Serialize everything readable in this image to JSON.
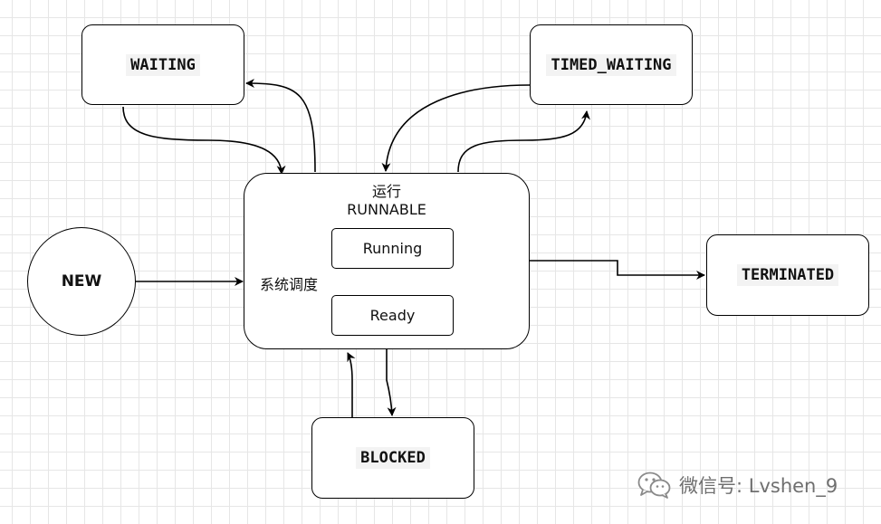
{
  "states": {
    "waiting": "WAITING",
    "timed_waiting": "TIMED_WAITING",
    "new": "NEW",
    "runnable_cn": "运行",
    "runnable": "RUNNABLE",
    "running": "Running",
    "ready": "Ready",
    "terminated": "TERMINATED",
    "blocked": "BLOCKED"
  },
  "labels": {
    "scheduling": "系统调度"
  },
  "watermark": {
    "text": "微信号: Lvshen_9",
    "icon": "wechat-icon"
  },
  "colors": {
    "stroke": "#000000",
    "grid": "#e6e6e6",
    "label_bg": "#f3f3f3",
    "watermark": "#6f6f6f"
  }
}
